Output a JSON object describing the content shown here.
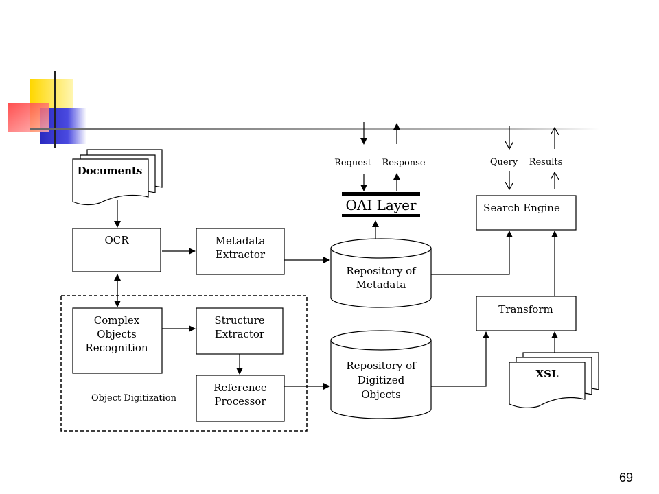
{
  "diagram": {
    "documents": "Documents",
    "ocr": "OCR",
    "metadata_extractor": [
      "Metadata",
      "Extractor"
    ],
    "repo_metadata": [
      "Repository of",
      "Metadata"
    ],
    "oai_layer": "OAI Layer",
    "request": "Request",
    "response": "Response",
    "query": "Query",
    "results": "Results",
    "search_engine": "Search Engine",
    "transform": "Transform",
    "xsl": "XSL",
    "complex_objects": [
      "Complex",
      "Objects",
      "Recognition"
    ],
    "structure_extractor": [
      "Structure",
      "Extractor"
    ],
    "reference_processor": [
      "Reference",
      "Processor"
    ],
    "repo_digitized": [
      "Repository of",
      "Digitized",
      "Objects"
    ],
    "object_digitization": "Object Digitization"
  },
  "slide": {
    "page_number": "69",
    "colors": {
      "yellow": "#ffd700",
      "red": "#ff4040",
      "blue": "#3333cc",
      "rule": "#777777"
    }
  }
}
